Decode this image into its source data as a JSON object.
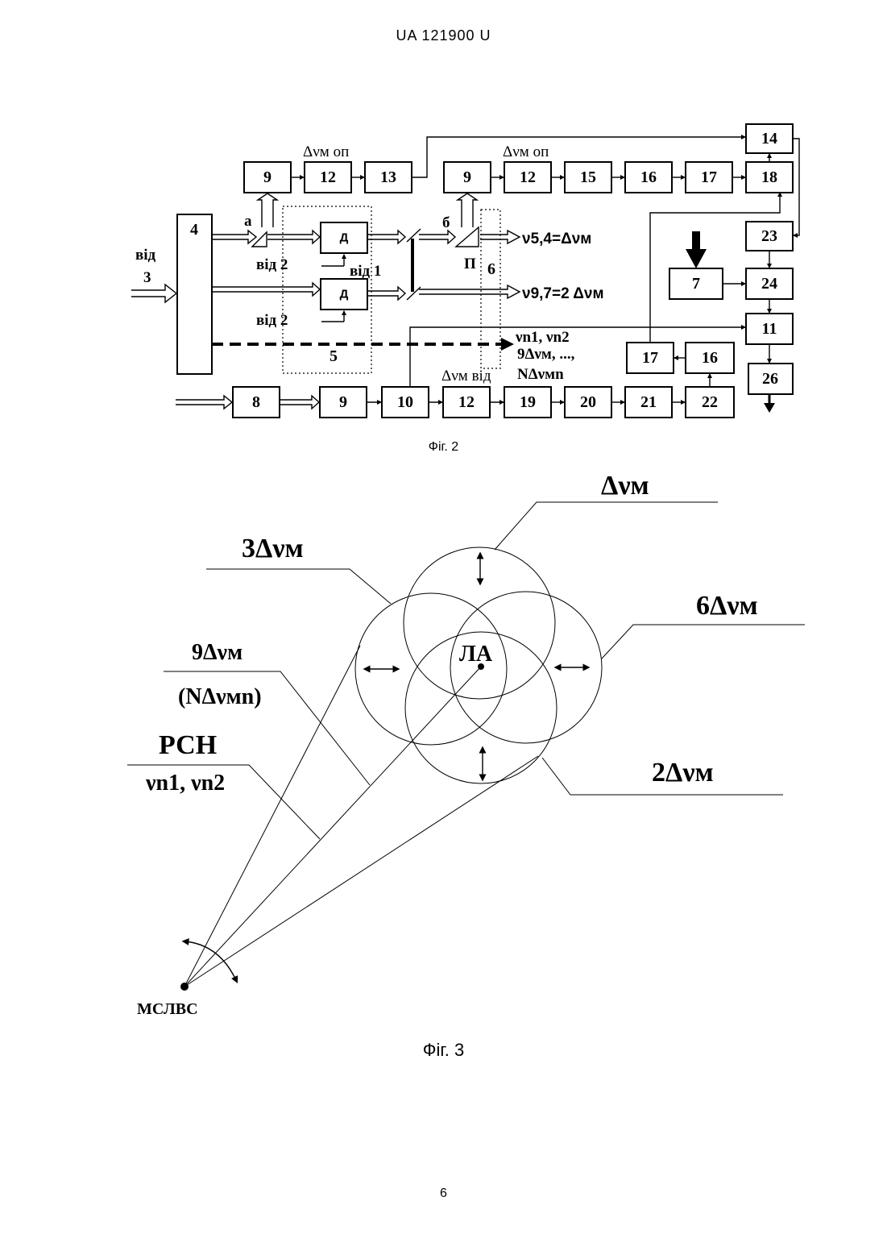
{
  "header": "UA   121900   U",
  "fig2": {
    "caption": "Фіг. 2",
    "blocks": [
      "9",
      "12",
      "13",
      "9",
      "12",
      "15",
      "16",
      "17",
      "18",
      "14",
      "4",
      "Д",
      "Д",
      "23",
      "7",
      "24",
      "11",
      "5",
      "6",
      "17",
      "16",
      "26",
      "8",
      "9",
      "10",
      "12",
      "19",
      "20",
      "21",
      "22",
      "П"
    ],
    "labels": {
      "vid3_a": "від",
      "vid3_b": "3",
      "a": "а",
      "b": "б",
      "vid2_top": "від 2",
      "vid1": "від 1",
      "vid2_bot": "від 2",
      "dv_top_left": "Δνм оп",
      "dv_top_right": "Δνм оп",
      "dv_bottom": "Δνм від",
      "nu54": "ν5,4=Δνм",
      "nu97": "ν9,7=2 Δνм",
      "nun": "νn1, νn2",
      "nine_dv": "9Δνм, ...,",
      "n_dv": "NΔνмn"
    }
  },
  "fig3": {
    "caption": "Фіг. 3",
    "labels": {
      "dv": "Δνм",
      "three_dv": "3Δνм",
      "six_dv": "6Δνм",
      "nine_dv": "9Δνм",
      "n_dv": "(NΔνмn)",
      "rsn": "РСН",
      "nun": "νn1, νn2",
      "two_dv": "2Δνм",
      "la": "ЛА",
      "mslvs": "МСЛВС"
    }
  },
  "page_number": "6"
}
